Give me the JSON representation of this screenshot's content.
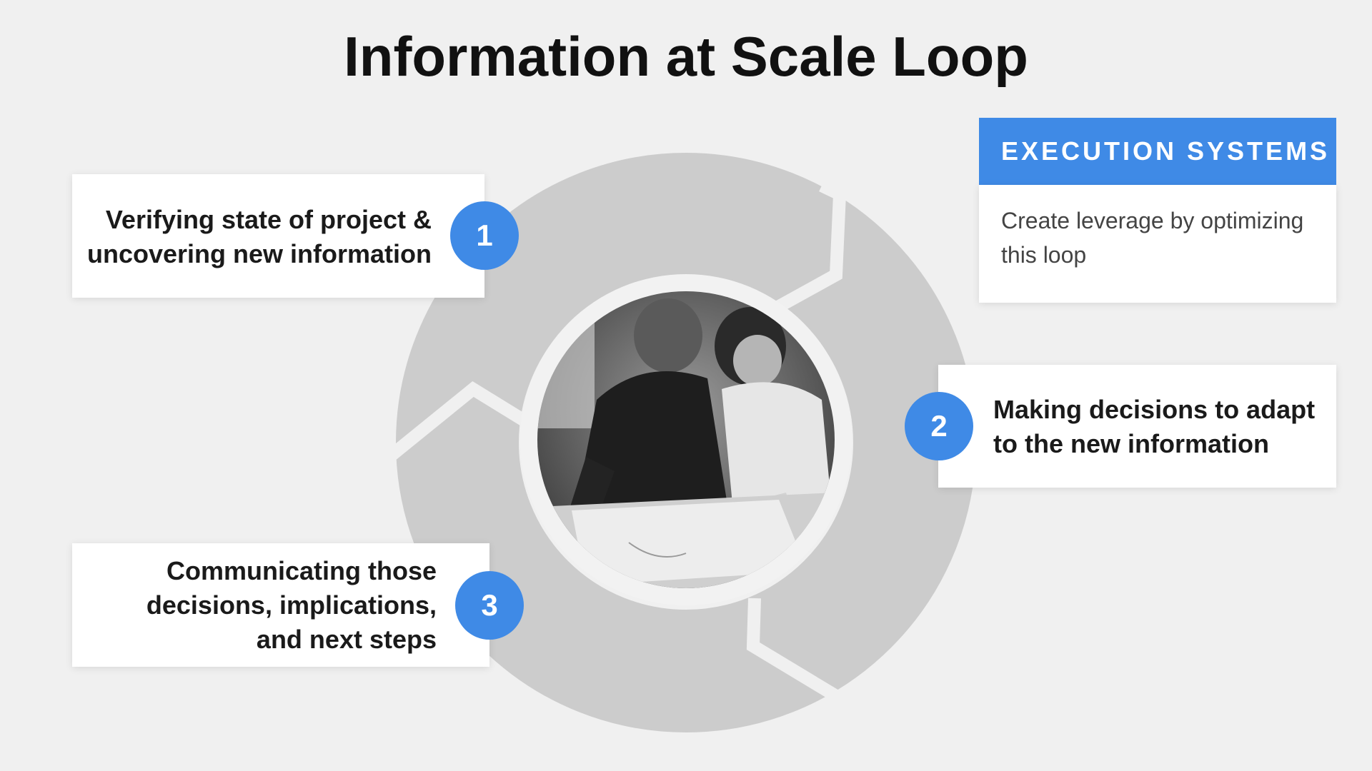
{
  "title": "Information at Scale Loop",
  "colors": {
    "background": "#f0f0f0",
    "accent_blue": "#3f8ae6",
    "loop_gray": "#cccccc",
    "card_white": "#ffffff",
    "text_dark": "#1a1a1a"
  },
  "steps": [
    {
      "number": "1",
      "line1": "Verifying state of project &",
      "line2": "uncovering new information"
    },
    {
      "number": "2",
      "line1": "Making decisions to adapt",
      "line2": "to the new information"
    },
    {
      "number": "3",
      "line1": "Communicating those",
      "line2": "decisions, implications,",
      "line3": "and next steps"
    }
  ],
  "callout": {
    "heading": "EXECUTION SYSTEMS",
    "body_line1": "Create leverage by optimizing",
    "body_line2": "this loop"
  },
  "photo": {
    "icon": "people-collaborating-photo"
  }
}
